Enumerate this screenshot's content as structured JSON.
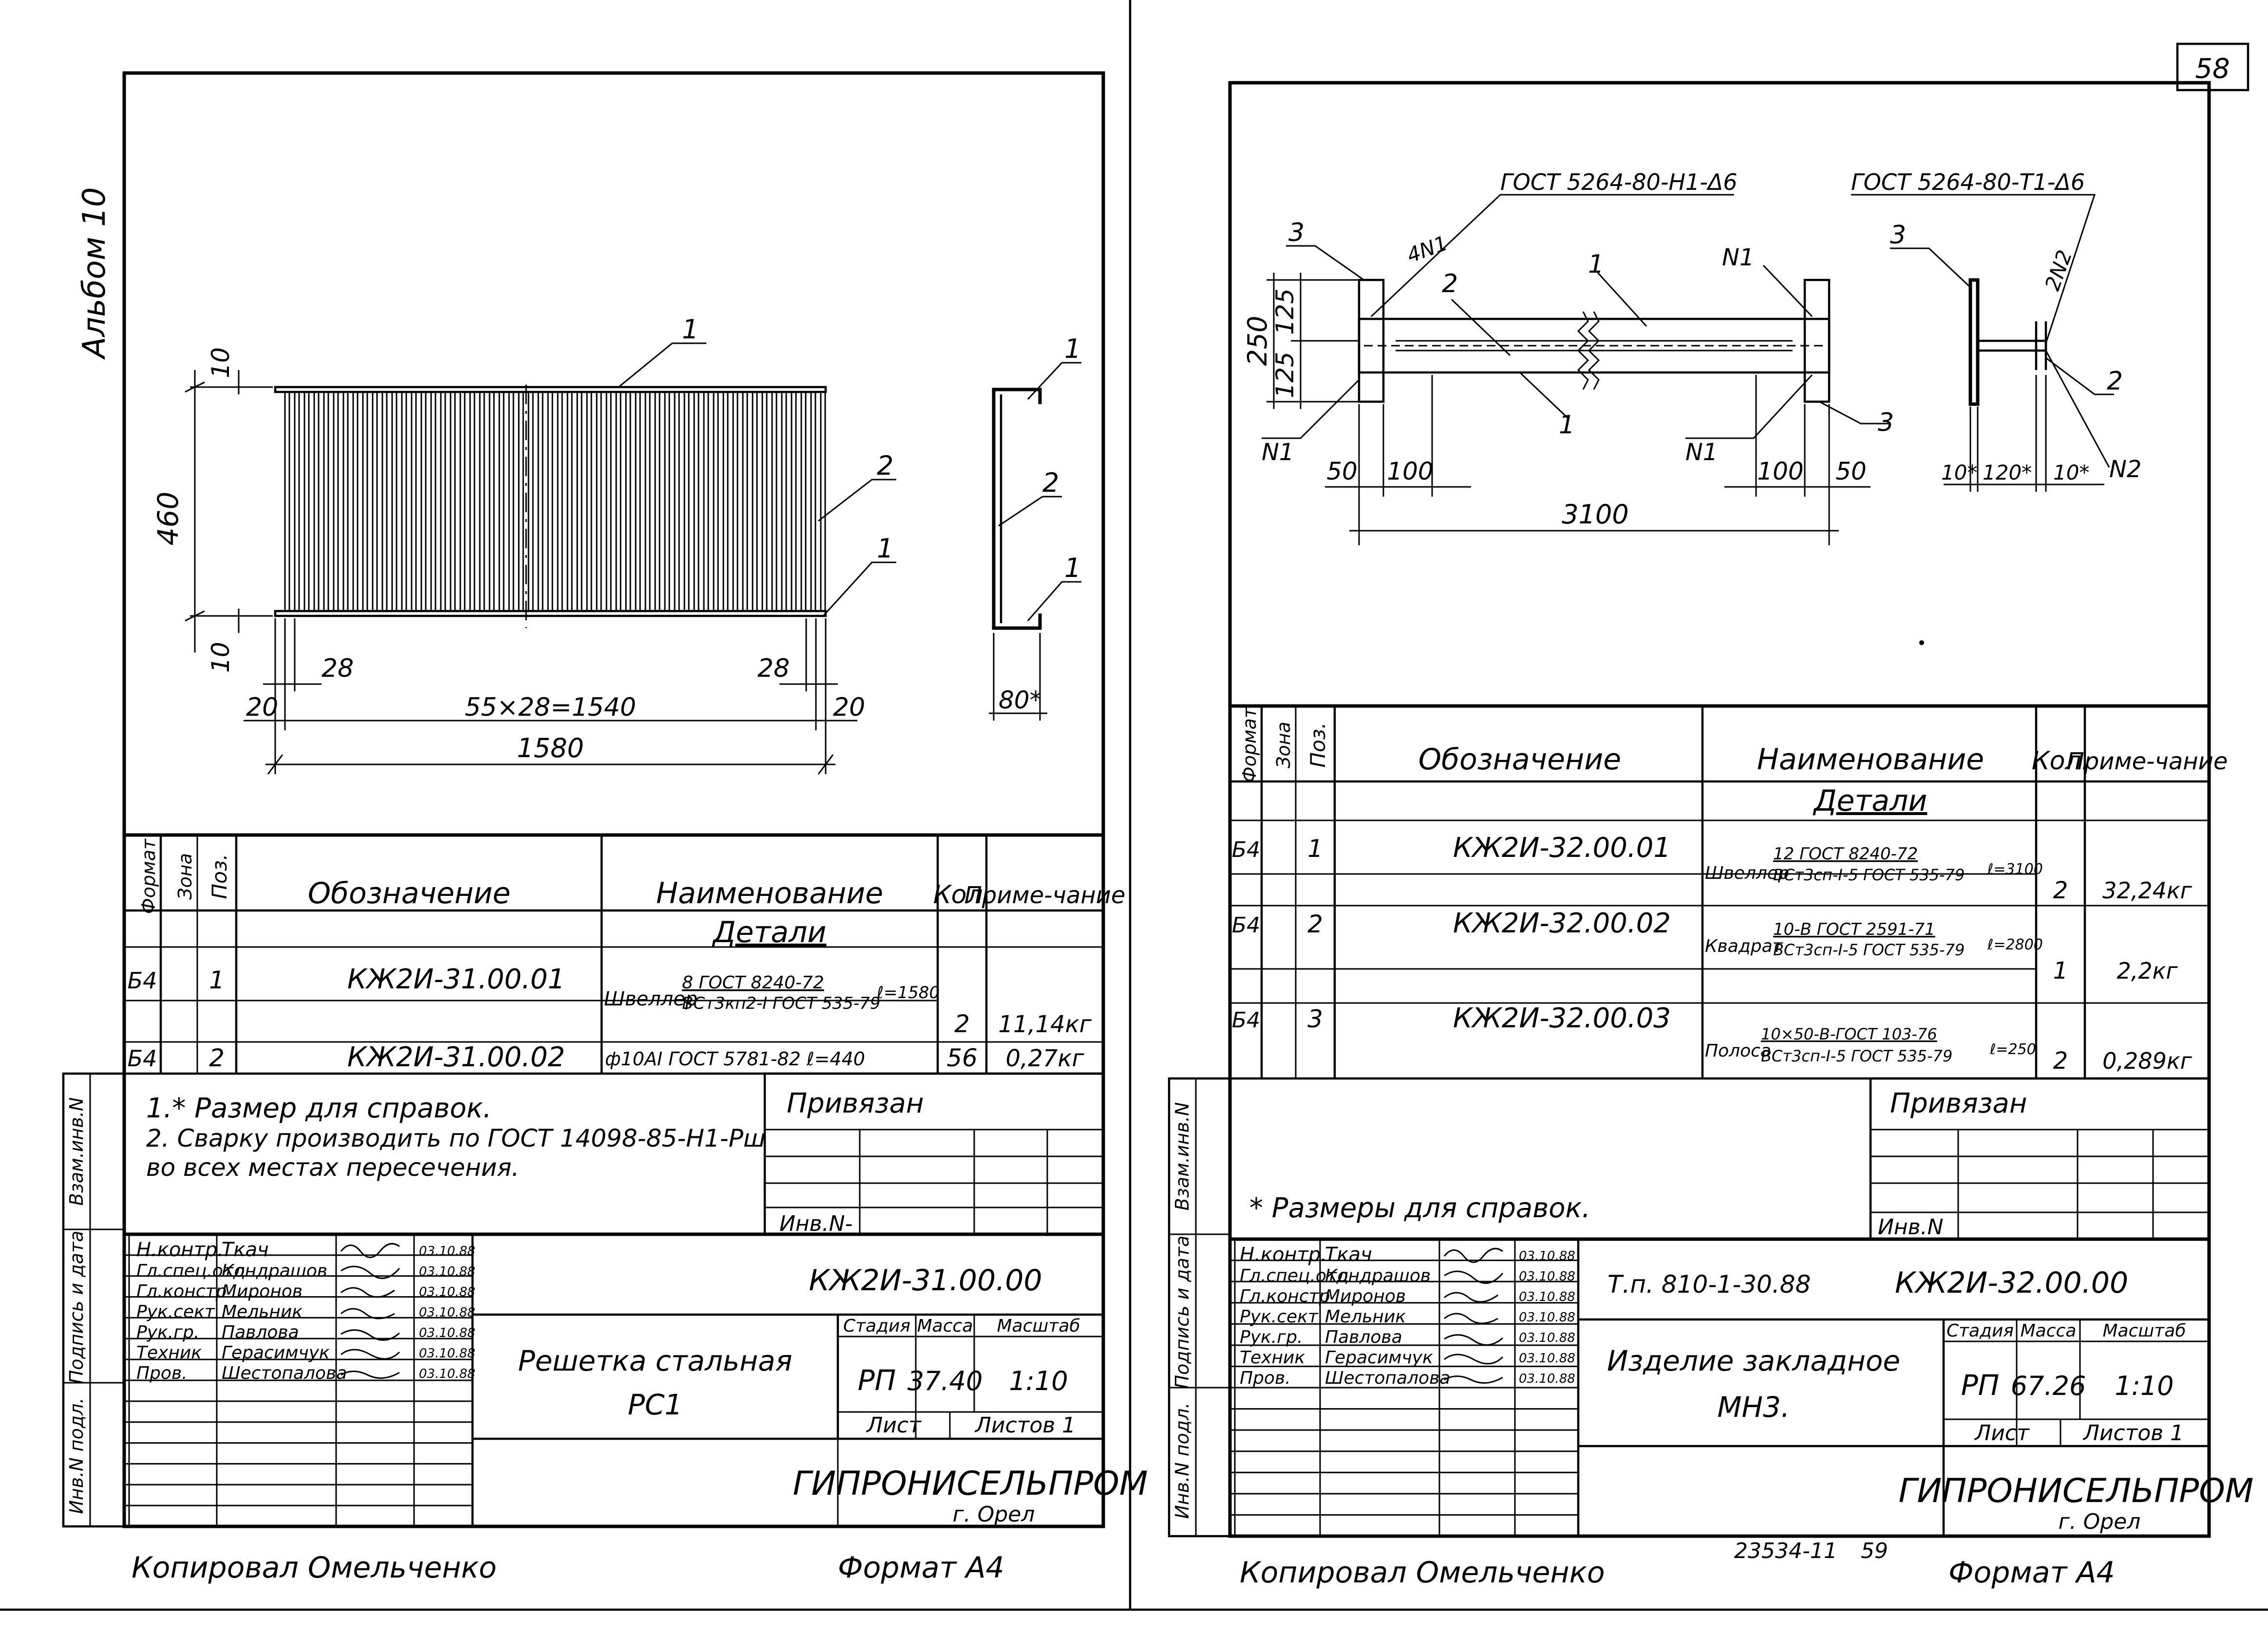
{
  "page_number": "58",
  "left": {
    "album_label": "Альбом 10",
    "drawing": {
      "dim_10_top": "10",
      "dim_460": "460",
      "dim_10_bottom": "10",
      "dim_28_left": "28",
      "dim_28_right": "28",
      "dim_20_left": "20",
      "dim_20_right": "20",
      "dim_chain": "55×28=1540",
      "dim_1580": "1580",
      "section_dim_80": "80*",
      "leaders": [
        "1",
        "2",
        "1"
      ],
      "section_leaders": [
        "1",
        "2",
        "1"
      ]
    },
    "spec": {
      "headers": {
        "format": "Формат",
        "zone": "Зона",
        "pos": "Поз.",
        "designation": "Обозначение",
        "name": "Наименование",
        "qty": "Кол.",
        "note": "Приме-чание"
      },
      "section_title": "Детали",
      "rows": [
        {
          "format": "Б4",
          "pos": "1",
          "designation": "КЖ2И-31.00.01",
          "name_prefix": "Швеллер",
          "name_top": "8 ГОСТ 8240-72",
          "name_bottom": "ВСт3кп2-I ГОСТ 535-79",
          "length": "ℓ=1580",
          "qty": "2",
          "note": "11,14кг"
        },
        {
          "format": "Б4",
          "pos": "2",
          "designation": "КЖ2И-31.00.02",
          "name": "ф10АI ГОСТ 5781-82 ℓ=440",
          "qty": "56",
          "note": "0,27кг"
        }
      ]
    },
    "notes": [
      "1.* Размер для справок.",
      "2. Сварку производить по ГОСТ 14098-85-Н1-Рш",
      "во всех местах пересечения."
    ],
    "privyazan": "Привязан",
    "inv_label": "Инв.N-",
    "side_labels": [
      "Инв.N подл.",
      "Подпись и дата",
      "Взам.инв.N"
    ],
    "title_block": {
      "roles": [
        "Н.контр.",
        "Гл.спец.отд",
        "Гл.констр",
        "Рук.сект",
        "Рук.гр.",
        "Техник",
        "Пров."
      ],
      "names": [
        "Ткач",
        "Кондрашов",
        "Миронов",
        "Мельник",
        "Павлова",
        "Герасимчук",
        "Шестопалова"
      ],
      "dates": [
        "03.10.88",
        "03.10.88",
        "03.10.88",
        "03.10.88",
        "03.10.88",
        "03.10.88",
        "03.10.88"
      ],
      "code": "КЖ2И-31.00.00",
      "title_line1": "Решетка стальная",
      "title_line2": "РС1",
      "stage_label": "Стадия",
      "mass_label": "Масса",
      "scale_label": "Масштаб",
      "stage": "РП",
      "mass": "37.40",
      "scale": "1:10",
      "sheet_label": "Лист",
      "sheets_label": "Листов 1",
      "org": "ГИПРОНИСЕЛЬПРОМ",
      "city": "г. Орел"
    },
    "copied_by": "Копировал Омельченко",
    "format": "Формат А4"
  },
  "right": {
    "drawing": {
      "gost_left": "ГОСТ 5264-80-Н1-Δ6",
      "gost_right": "ГОСТ 5264-80-Т1-Δ6",
      "label_4n1": "4N1",
      "label_2n2": "2N2",
      "n1": "N1",
      "n2": "N2",
      "dim_250": "250",
      "dim_125a": "125",
      "dim_125b": "125",
      "dim_50_left": "50",
      "dim_100_left": "100",
      "dim_100_right": "100",
      "dim_50_right": "50",
      "dim_3100": "3100",
      "dim_10a": "10*",
      "dim_120": "120*",
      "dim_10b": "10*",
      "leaders": [
        "3",
        "2",
        "1",
        "1",
        "3",
        "3",
        "2"
      ]
    },
    "spec": {
      "headers": {
        "format": "Формат",
        "zone": "Зона",
        "pos": "Поз.",
        "designation": "Обозначение",
        "name": "Наименование",
        "qty": "Кол.",
        "note": "Приме-чание"
      },
      "section_title": "Детали",
      "rows": [
        {
          "format": "Б4",
          "pos": "1",
          "designation": "КЖ2И-32.00.01",
          "name_prefix": "Швеллер",
          "name_top": "12 ГОСТ 8240-72",
          "name_bottom": "ВСт3сп-I-5 ГОСТ 535-79",
          "length": "ℓ=3100",
          "qty": "2",
          "note": "32,24кг"
        },
        {
          "format": "Б4",
          "pos": "2",
          "designation": "КЖ2И-32.00.02",
          "name_prefix": "Квадрат",
          "name_top": "10-В ГОСТ 2591-71",
          "name_bottom": "ВСт3сп-I-5 ГОСТ 535-79",
          "length": "ℓ=2800",
          "qty": "1",
          "note": "2,2кг"
        },
        {
          "format": "Б4",
          "pos": "3",
          "designation": "КЖ2И-32.00.03",
          "name_prefix": "Полоса",
          "name_top": "10×50-В-ГОСТ 103-76",
          "name_bottom": "ВСт3сп-I-5 ГОСТ 535-79",
          "length": "ℓ=250",
          "qty": "2",
          "note": "0,289кг"
        }
      ]
    },
    "note": "* Размеры для справок.",
    "privyazan": "Привязан",
    "inv_label": "Инв.N",
    "side_labels": [
      "Инв.N подл.",
      "Подпись и дата",
      "Взам.инв.N"
    ],
    "title_block": {
      "roles": [
        "Н.контр.",
        "Гл.спец.отд",
        "Гл.констр",
        "Рук.сект",
        "Рук.гр.",
        "Техник",
        "Пров."
      ],
      "names": [
        "Ткач",
        "Кондрашов",
        "Миронов",
        "Мельник",
        "Павлова",
        "Герасимчук",
        "Шестопалова"
      ],
      "dates": [
        "03.10.88",
        "03.10.88",
        "03.10.88",
        "03.10.88",
        "03.10.88",
        "03.10.88",
        "03.10.88"
      ],
      "project": "Т.п. 810-1-30.88",
      "code": "КЖ2И-32.00.00",
      "title_line1": "Изделие закладное",
      "title_line2": "МН3.",
      "stage_label": "Стадия",
      "mass_label": "Масса",
      "scale_label": "Масштаб",
      "stage": "РП",
      "mass": "67.26",
      "scale": "1:10",
      "sheet_label": "Лист",
      "sheets_label": "Листов 1",
      "org": "ГИПРОНИСЕЛЬПРОМ",
      "city": "г. Орел"
    },
    "order_number": "23534-11",
    "sheet_number": "59",
    "copied_by": "Копировал Омельченко",
    "format": "Формат А4"
  }
}
